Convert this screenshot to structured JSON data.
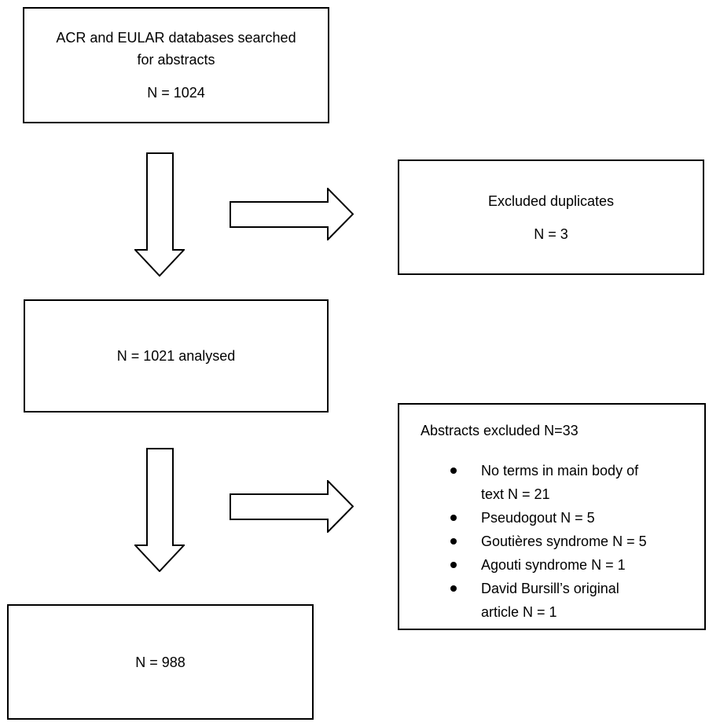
{
  "diagram": {
    "boxes": {
      "searched": {
        "label": "ACR and EULAR databases searched\nfor abstracts",
        "n": "N = 1024"
      },
      "duplicates": {
        "label": "Excluded duplicates",
        "n": "N = 3"
      },
      "analysed": {
        "label": "N = 1021 analysed"
      },
      "abstracts_excluded": {
        "title": "Abstracts excluded N=33",
        "items": [
          "No terms in main body of\ntext N = 21",
          "Pseudogout N = 5",
          "Goutières syndrome N = 5",
          "Agouti syndrome N = 1",
          "David Bursill’s original\narticle N = 1"
        ]
      },
      "final": {
        "label": "N = 988"
      }
    },
    "colors": {
      "border": "#000000",
      "background": "#ffffff",
      "text": "#000000"
    }
  }
}
